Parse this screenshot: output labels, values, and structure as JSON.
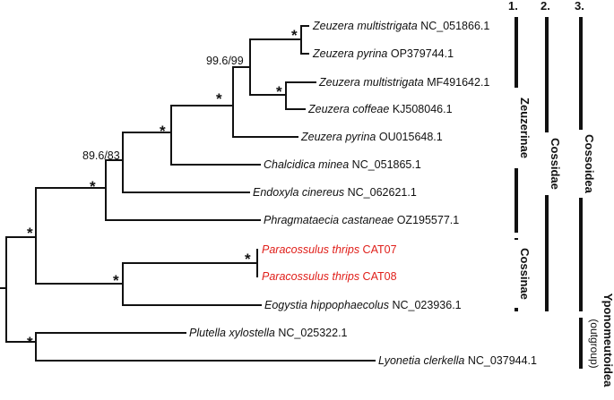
{
  "taxa": [
    {
      "genus": "Zeuzera multistrigata",
      "acc": "NC_051866.1",
      "red": false
    },
    {
      "genus": "Zeuzera pyrina",
      "acc": "OP379744.1",
      "red": false
    },
    {
      "genus": "Zeuzera multistrigata",
      "acc": "MF491642.1",
      "red": false
    },
    {
      "genus": "Zeuzera coffeae",
      "acc": "KJ508046.1",
      "red": false
    },
    {
      "genus": "Zeuzera pyrina",
      "acc": "OU015648.1",
      "red": false
    },
    {
      "genus": "Chalcidica minea",
      "acc": "NC_051865.1",
      "red": false
    },
    {
      "genus": "Endoxyla cinereus",
      "acc": "NC_062621.1",
      "red": false
    },
    {
      "genus": "Phragmataecia castaneae",
      "acc": "OZ195577.1",
      "red": false
    },
    {
      "genus": "Paracossulus thrips",
      "acc": "CAT07",
      "red": true
    },
    {
      "genus": "Paracossulus thrips",
      "acc": "CAT08",
      "red": true
    },
    {
      "genus": "Eogystia hippophaecolus",
      "acc": "NC_023936.1",
      "red": false
    },
    {
      "genus": "Plutella xylostella",
      "acc": "NC_025322.1",
      "red": false
    },
    {
      "genus": "Lyonetia clerkella",
      "acc": "NC_037944.1",
      "red": false
    }
  ],
  "support": {
    "star": "*",
    "zeuzera_clade": "99.6/99",
    "zeuzerinae_core": "89.6/83"
  },
  "columns": [
    "1.",
    "2.",
    "3."
  ],
  "groups": {
    "zeuzerinae": "Zeuzerinae",
    "cossinae": "Cossinae",
    "cossidae": "Cossidae",
    "cossoidea": "Cossoidea",
    "yponomeutoidea": "Yponomeutoidea",
    "outgroup": "(outgroup)"
  },
  "colors": {
    "highlight": "#e0201b",
    "line": "#111111"
  }
}
